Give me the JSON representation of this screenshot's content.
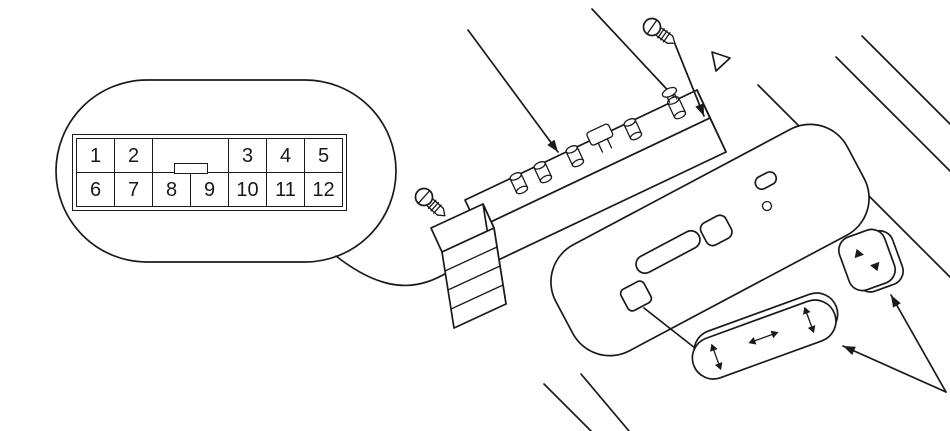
{
  "colors": {
    "line": "#1a1a1a",
    "background": "#ffffff"
  },
  "connector_pinout": {
    "row1": [
      "1",
      "2",
      "",
      "3",
      "4",
      "5"
    ],
    "row2": [
      "6",
      "7",
      "8",
      "9",
      "10",
      "11",
      "12"
    ]
  }
}
